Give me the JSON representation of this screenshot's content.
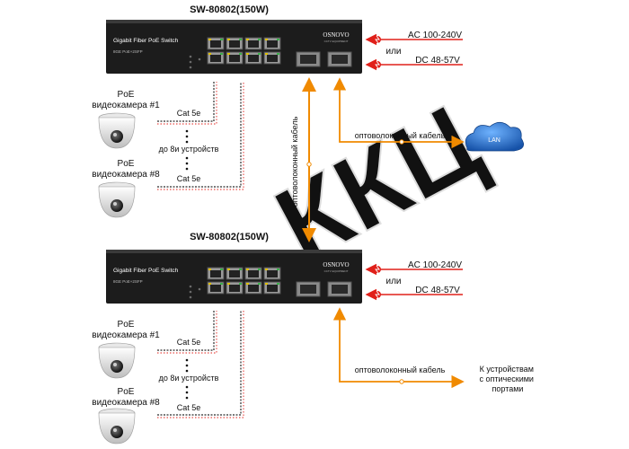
{
  "switches": [
    {
      "model": "SW-80802(150W)",
      "panel_title": "Gigabit Fiber PoE Switch",
      "panel_sub": "8GE PoE+2SFP",
      "brand": "OSNOVO",
      "brand_sub": "CCTV EQUIPMENT",
      "power": {
        "ac": "AC 100-240V",
        "or": "или",
        "dc": "DC 48-57V"
      },
      "cameras": [
        {
          "label1": "PoE",
          "label2": "видеокамера #1",
          "cable": "Cat 5e"
        },
        {
          "label1": "PoE",
          "label2": "видеокамера #8",
          "cable": "Cat 5e"
        }
      ],
      "up_to": "до 8и устройств",
      "fiber_label": "оптоволоконный кабель",
      "fiber_target": "LAN"
    },
    {
      "model": "SW-80802(150W)",
      "panel_title": "Gigabit Fiber PoE Switch",
      "panel_sub": "8GE PoE+2SFP",
      "brand": "OSNOVO",
      "brand_sub": "CCTV EQUIPMENT",
      "power": {
        "ac": "AC 100-240V",
        "or": "или",
        "dc": "DC 48-57V"
      },
      "cameras": [
        {
          "label1": "PoE",
          "label2": "видеокамера #1",
          "cable": "Cat 5e"
        },
        {
          "label1": "PoE",
          "label2": "видеокамера #8",
          "cable": "Cat 5e"
        }
      ],
      "up_to": "до 8и устройств",
      "fiber_label": "оптоволоконный кабель",
      "fiber_target": "К устройствам с оптическими портами"
    }
  ],
  "link_label": "оптоволоконный кабель",
  "watermark": "ККЦ",
  "colors": {
    "fiber": "#f08a00",
    "power": "#e0201a",
    "cable": "#2a2a2a",
    "cloud": "#1f6fc8",
    "chassis": "#1c1c1c"
  }
}
